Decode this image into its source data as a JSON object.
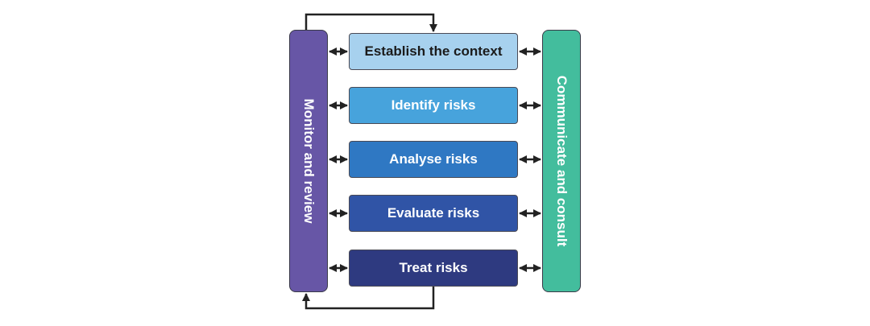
{
  "monitor": {
    "label": "Monitor and review",
    "color": "#6756a6"
  },
  "communicate": {
    "label": "Communicate and consult",
    "color": "#43bd9d"
  },
  "steps": [
    {
      "label": "Establish the context",
      "fill": "#a7d1ee",
      "text_color": "#1b1b1b"
    },
    {
      "label": "Identify risks",
      "fill": "#47a3dc",
      "text_color": "#ffffff"
    },
    {
      "label": "Analyse risks",
      "fill": "#2f78c3",
      "text_color": "#ffffff"
    },
    {
      "label": "Evaluate risks",
      "fill": "#3054a6",
      "text_color": "#ffffff"
    },
    {
      "label": "Treat risks",
      "fill": "#2e3a80",
      "text_color": "#ffffff"
    }
  ],
  "connector_color": "#222222"
}
